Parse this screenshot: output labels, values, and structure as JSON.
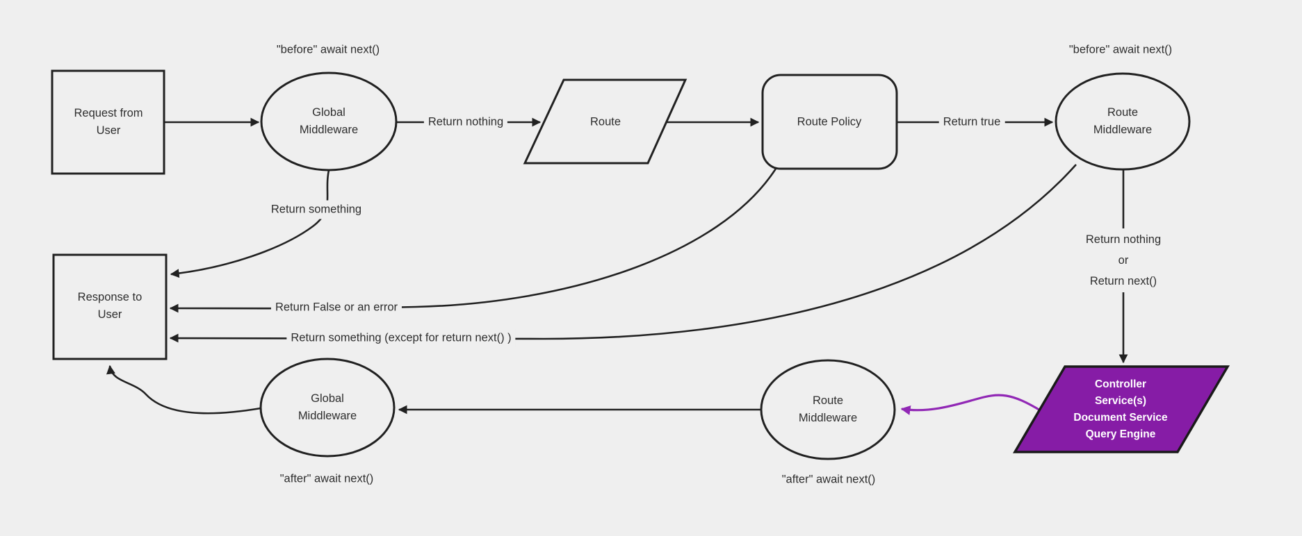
{
  "diagram": {
    "bg_color": "#efefef",
    "stroke_color": "#212121",
    "text_color": "#2e2e2e",
    "purple_fill": "#861CA6",
    "purple_arrow": "#9128B5",
    "nodes": {
      "request": {
        "label": "Request from\nUser",
        "shape": "rectangle"
      },
      "global_middleware_top": {
        "label": "Global\nMiddleware",
        "shape": "ellipse"
      },
      "route": {
        "label": "Route",
        "shape": "parallelogram"
      },
      "route_policy": {
        "label": "Route Policy",
        "shape": "rounded-rectangle"
      },
      "route_middleware_top": {
        "label": "Route\nMiddleware",
        "shape": "ellipse"
      },
      "response": {
        "label": "Response to\nUser",
        "shape": "rectangle"
      },
      "controller": {
        "label": "Controller\nService(s)\nDocument Service\nQuery Engine",
        "shape": "parallelogram",
        "fill": "#861CA6",
        "text_color": "#ffffff"
      },
      "route_middleware_bottom": {
        "label": "Route\nMiddleware",
        "shape": "ellipse"
      },
      "global_middleware_bottom": {
        "label": "Global\nMiddleware",
        "shape": "ellipse"
      }
    },
    "annotations": {
      "before_await_left": "\"before\" await next()",
      "before_await_right": "\"before\" await next()",
      "after_await_left": "\"after\" await next()",
      "after_await_right": "\"after\" await next()"
    },
    "edge_labels": {
      "return_nothing": "Return nothing",
      "return_true": "Return true",
      "return_something": "Return something",
      "return_false_or_error": "Return False or an error",
      "return_something_except": "Return something (except for return next() )",
      "return_nothing_or_next": "Return nothing\nor\nReturn next()"
    }
  }
}
